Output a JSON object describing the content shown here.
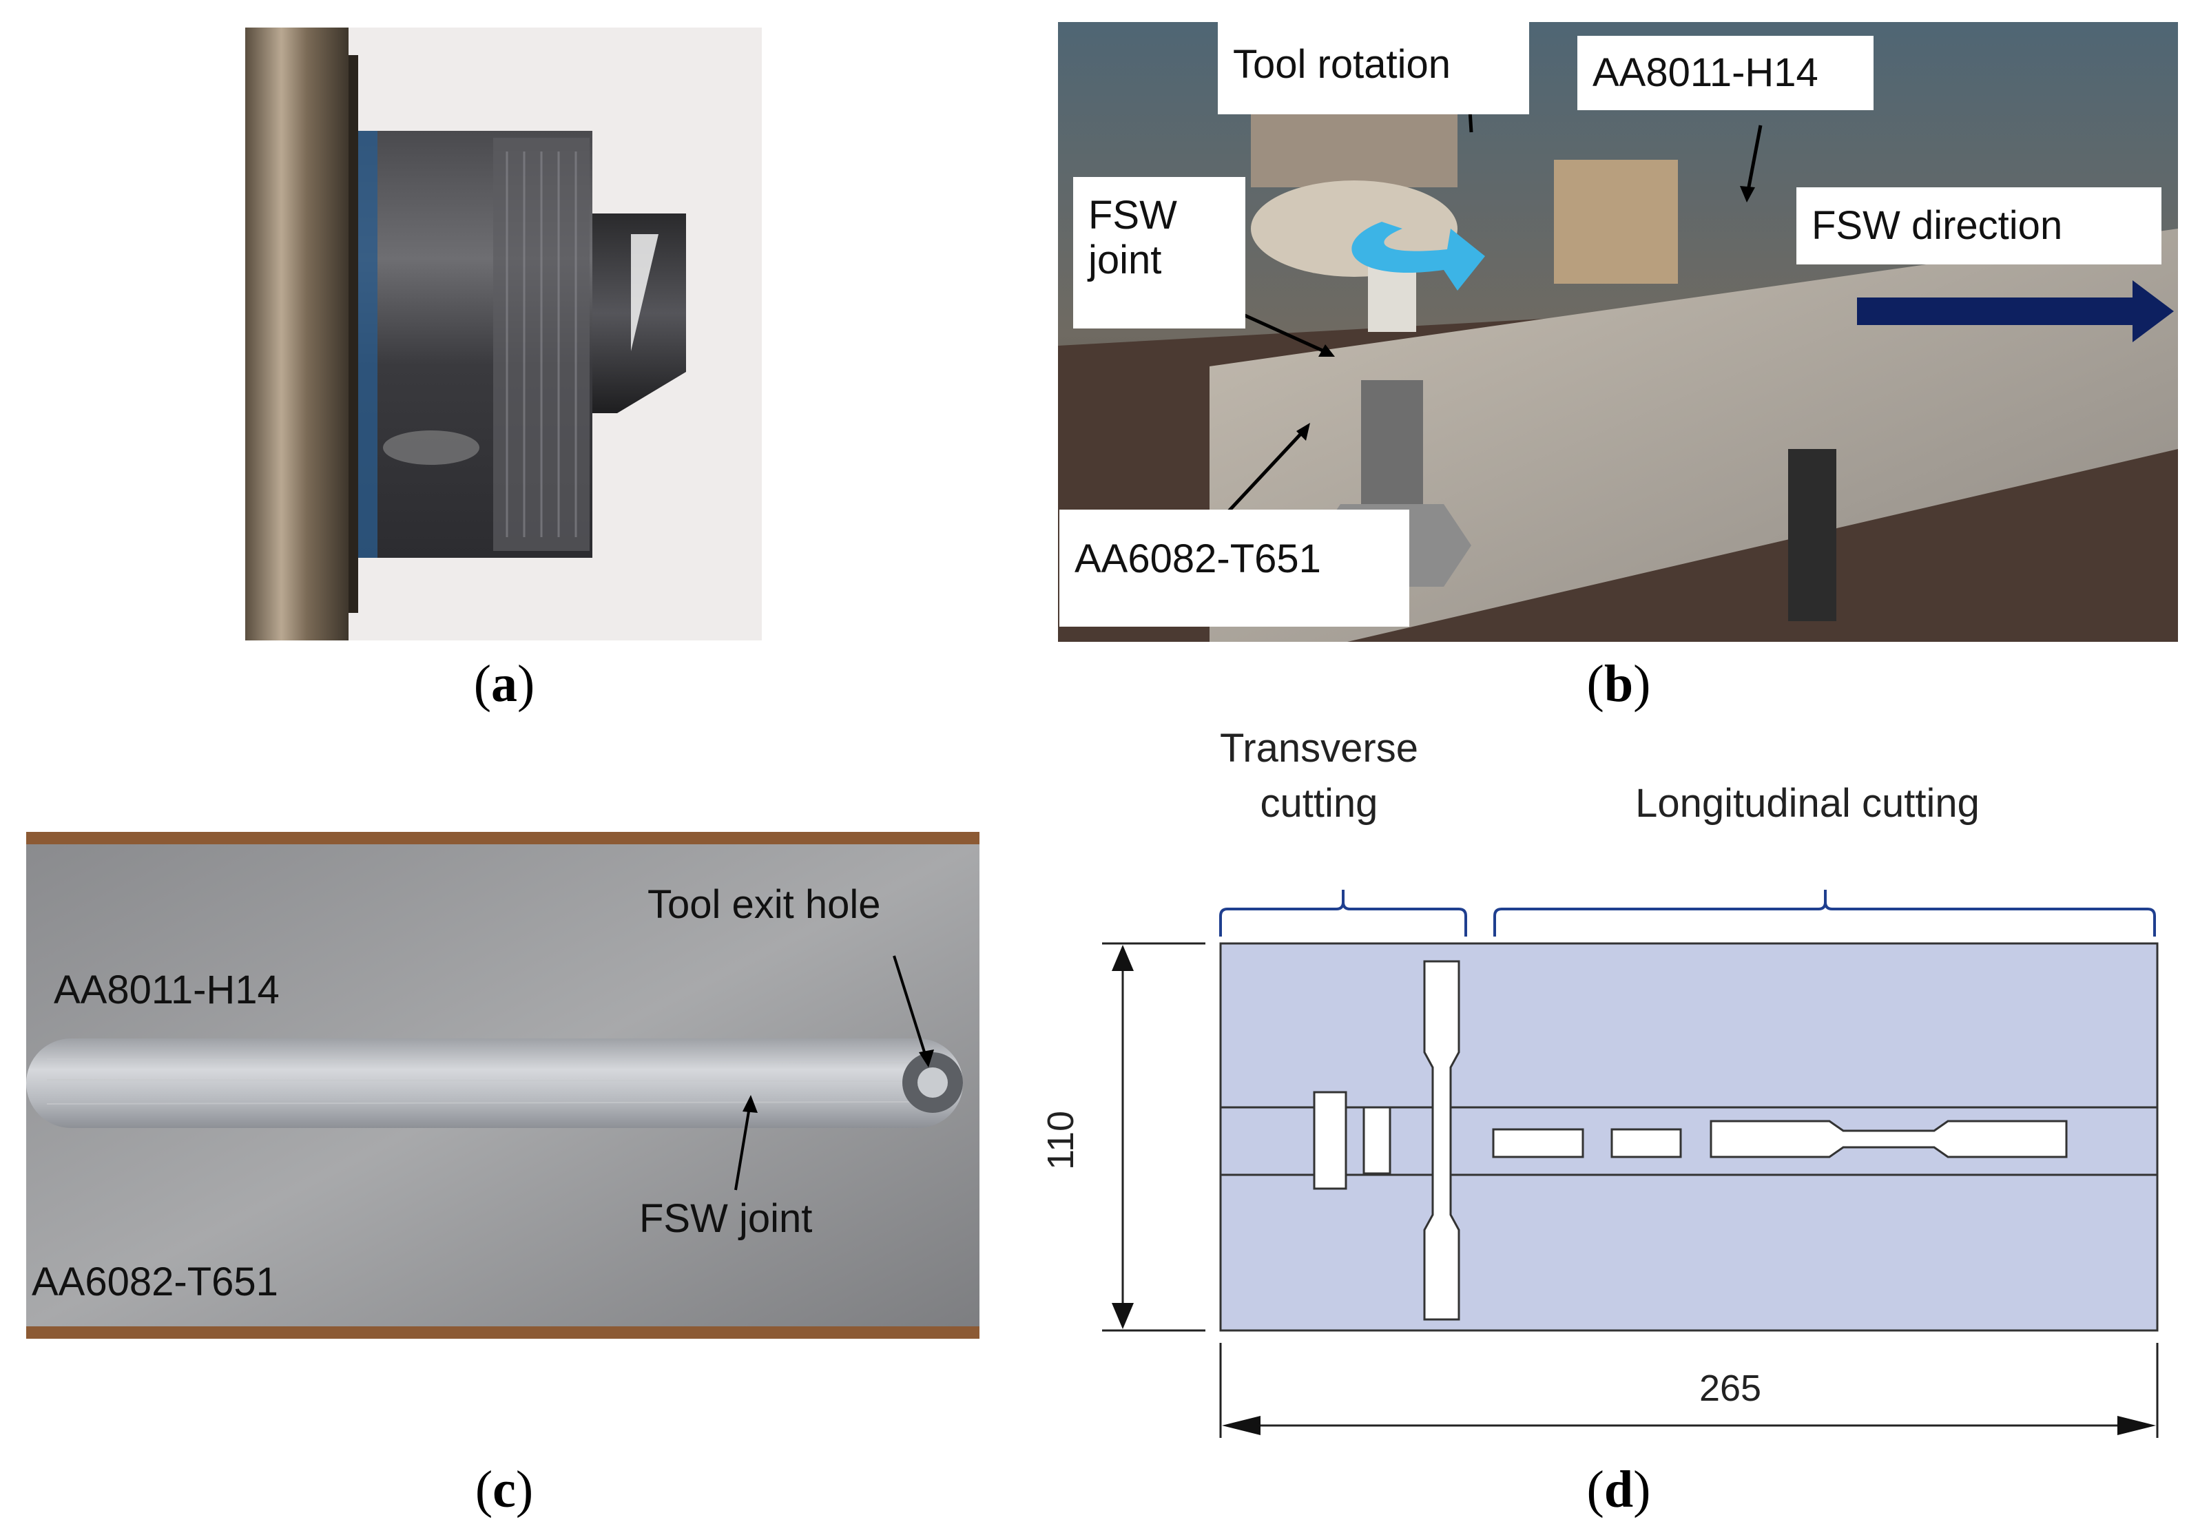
{
  "panels": {
    "a": {
      "caption": "a",
      "image": "fsw-tool-photo"
    },
    "b": {
      "caption": "b",
      "image": "fsw-setup-photo",
      "labels": {
        "tool_rotation": "Tool rotation",
        "upper_material": "AA8011-H14",
        "fsw_joint_line1": "FSW",
        "fsw_joint_line2": "joint",
        "direction": "FSW direction",
        "lower_material": "AA6082-T651"
      },
      "colors": {
        "rotation_arrow": "#3cb4e6",
        "direction_arrow": "#0d2060"
      }
    },
    "c": {
      "caption": "c",
      "image": "welded-plate-photo",
      "labels": {
        "exit_hole": "Tool exit hole",
        "upper_material": "AA8011-H14",
        "joint": "FSW joint",
        "lower_material": "AA6082-T651"
      }
    },
    "d": {
      "caption": "d",
      "diagram": {
        "transverse_line1": "Transverse",
        "transverse_line2": "cutting",
        "longitudinal": "Longitudinal cutting",
        "height_dim": "110",
        "width_dim": "265"
      },
      "colors": {
        "plate_fill": "#c5cce6",
        "bracket": "#1f3f8f"
      }
    }
  }
}
